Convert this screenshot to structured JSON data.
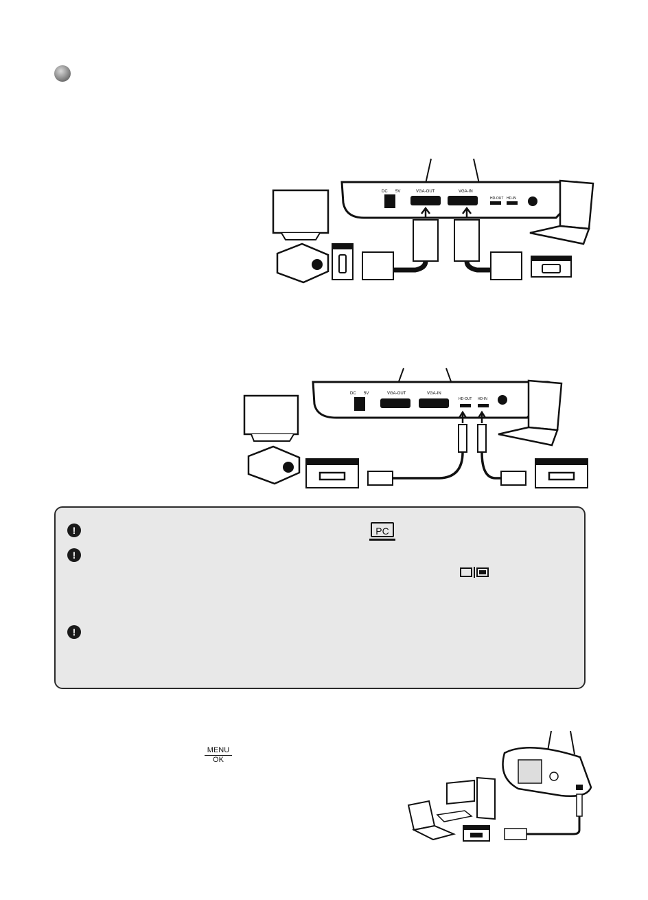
{
  "diagram_vga": {
    "port_labels": [
      "DC",
      "5V",
      "VGA-OUT",
      "VGA-IN",
      "HD-OUT",
      "HD-IN"
    ]
  },
  "diagram_hdmi": {
    "port_labels": [
      "DC",
      "5V",
      "VGA-OUT",
      "VGA-IN",
      "HD-OUT",
      "HD-IN"
    ]
  },
  "notes": {
    "pc_icon_label": "PC",
    "warning_glyph": "!"
  },
  "bottom": {
    "menu_label": "MENU",
    "ok_label": "OK"
  },
  "icons": [
    "section-bullet-icon",
    "warning-icon",
    "pc-source-icon",
    "display-mode-icon",
    "monitor-icon",
    "projector-icon",
    "laptop-icon",
    "desktop-computer-icon",
    "vga-connector-icon",
    "hdmi-connector-icon",
    "usb-connector-icon"
  ]
}
